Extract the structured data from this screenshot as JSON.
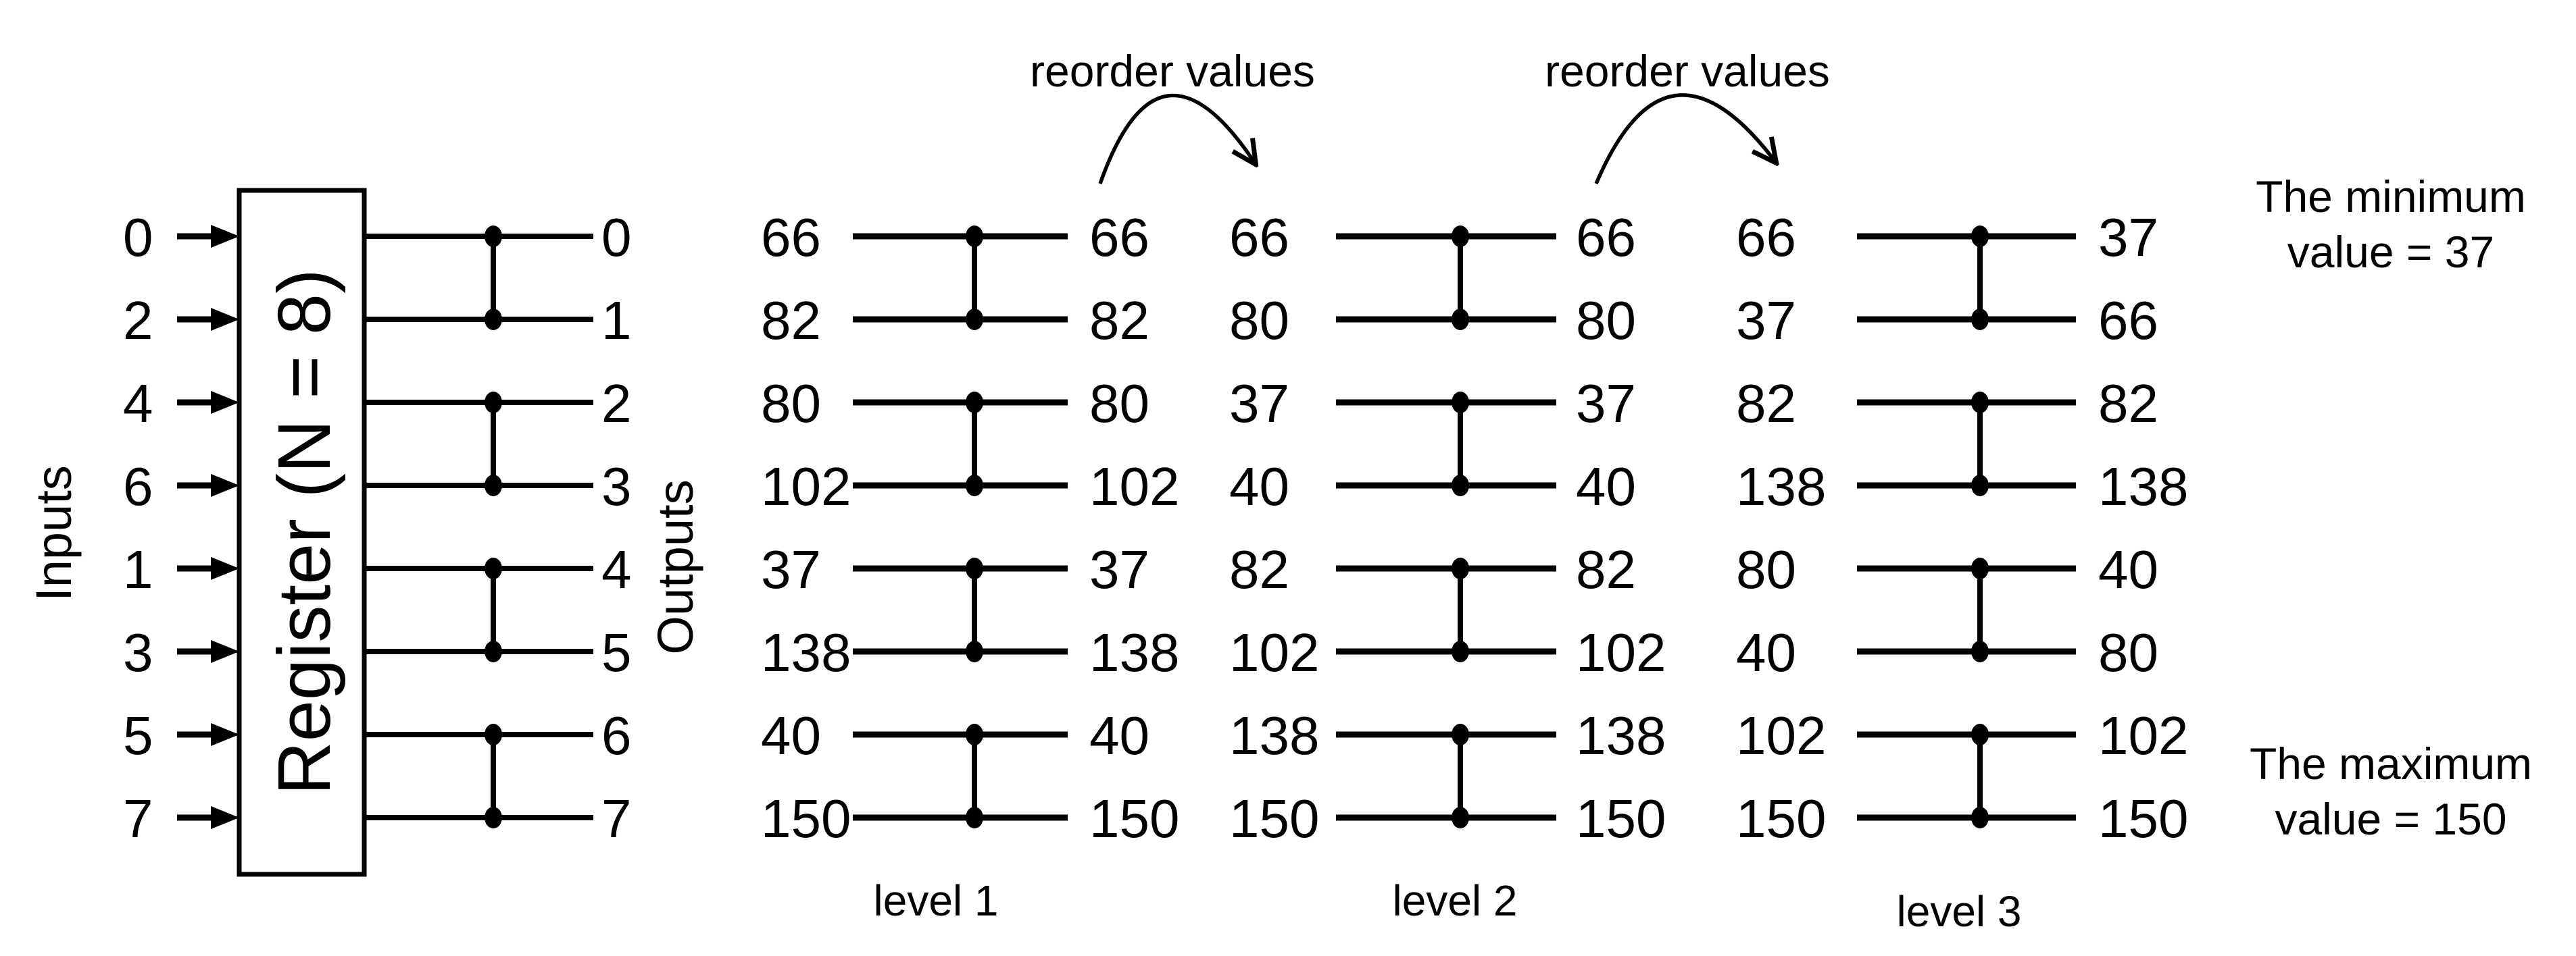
{
  "colors": {
    "ink": "#000000",
    "background": "#ffffff"
  },
  "io_block": {
    "inputs_axis_label": "Inputs",
    "outputs_axis_label": "Outputs",
    "register_label": "Register (N = 8)",
    "input_indices": [
      "0",
      "2",
      "4",
      "6",
      "1",
      "3",
      "5",
      "7"
    ],
    "output_indices": [
      "0",
      "1",
      "2",
      "3",
      "4",
      "5",
      "6",
      "7"
    ]
  },
  "annotations": {
    "reorder_left": "reorder values",
    "reorder_right": "reorder values",
    "min_note_line1": "The minimum",
    "min_note_line2": "value = 37",
    "max_note_line1": "The maximum",
    "max_note_line2": "value = 150"
  },
  "levels": [
    {
      "label": "level 1",
      "left": [
        "66",
        "82",
        "80",
        "102",
        "37",
        "138",
        "40",
        "150"
      ],
      "right": [
        "66",
        "82",
        "80",
        "102",
        "37",
        "138",
        "40",
        "150"
      ]
    },
    {
      "label": "level 2",
      "left": [
        "66",
        "80",
        "37",
        "40",
        "82",
        "102",
        "138",
        "150"
      ],
      "right": [
        "66",
        "80",
        "37",
        "40",
        "82",
        "102",
        "138",
        "150"
      ]
    },
    {
      "label": "level 3",
      "left": [
        "66",
        "37",
        "82",
        "138",
        "80",
        "40",
        "102",
        "150"
      ],
      "right": [
        "37",
        "66",
        "82",
        "138",
        "40",
        "80",
        "102",
        "150"
      ]
    }
  ]
}
